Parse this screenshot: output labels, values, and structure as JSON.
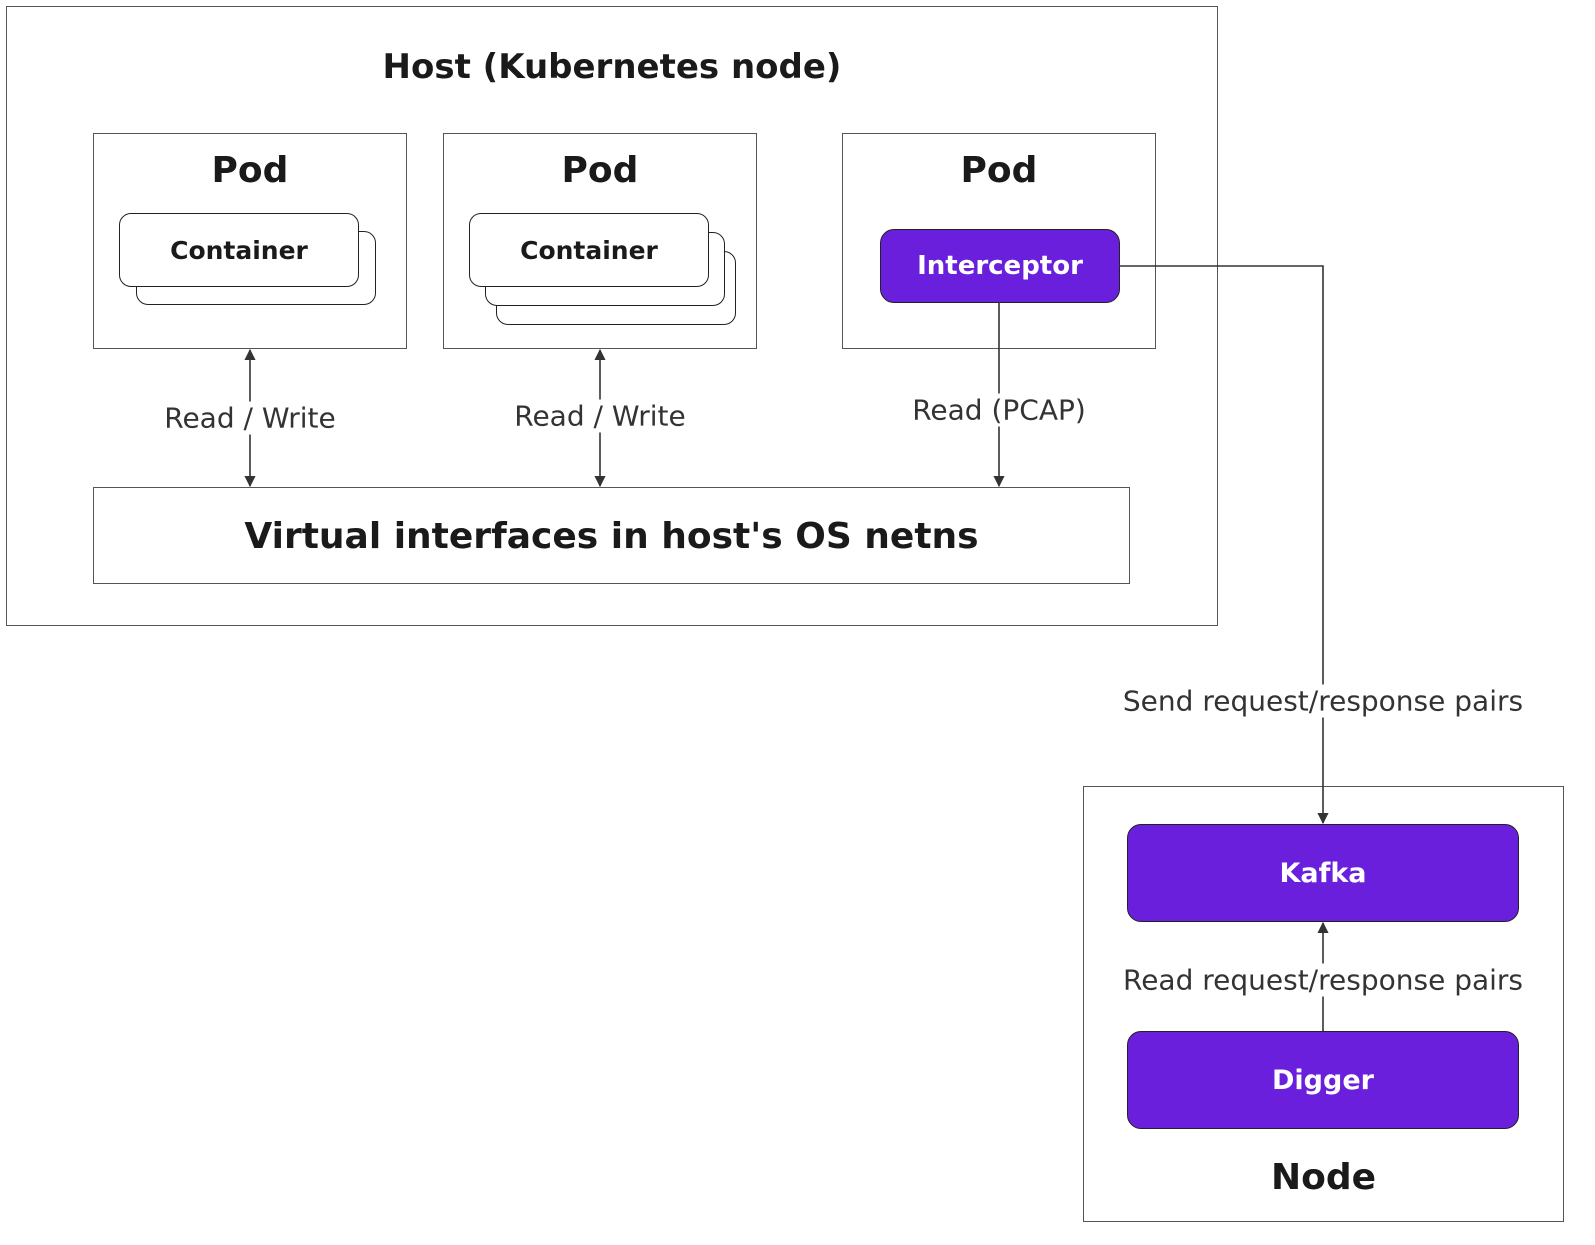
{
  "colors": {
    "accent": "#6a1fdc",
    "line": "#333333"
  },
  "host": {
    "title": "Host (Kubernetes node)"
  },
  "pods": [
    {
      "title": "Pod",
      "container_label": "Container",
      "edge_label": "Read / Write"
    },
    {
      "title": "Pod",
      "container_label": "Container",
      "edge_label": "Read / Write"
    },
    {
      "title": "Pod",
      "interceptor_label": "Interceptor",
      "edge_label": "Read (PCAP)"
    }
  ],
  "netns": {
    "label": "Virtual interfaces in host's OS netns"
  },
  "send_edge": {
    "label": "Send request/response pairs"
  },
  "node": {
    "title": "Node",
    "kafka_label": "Kafka",
    "digger_label": "Digger",
    "read_edge_label": "Read request/response pairs"
  }
}
